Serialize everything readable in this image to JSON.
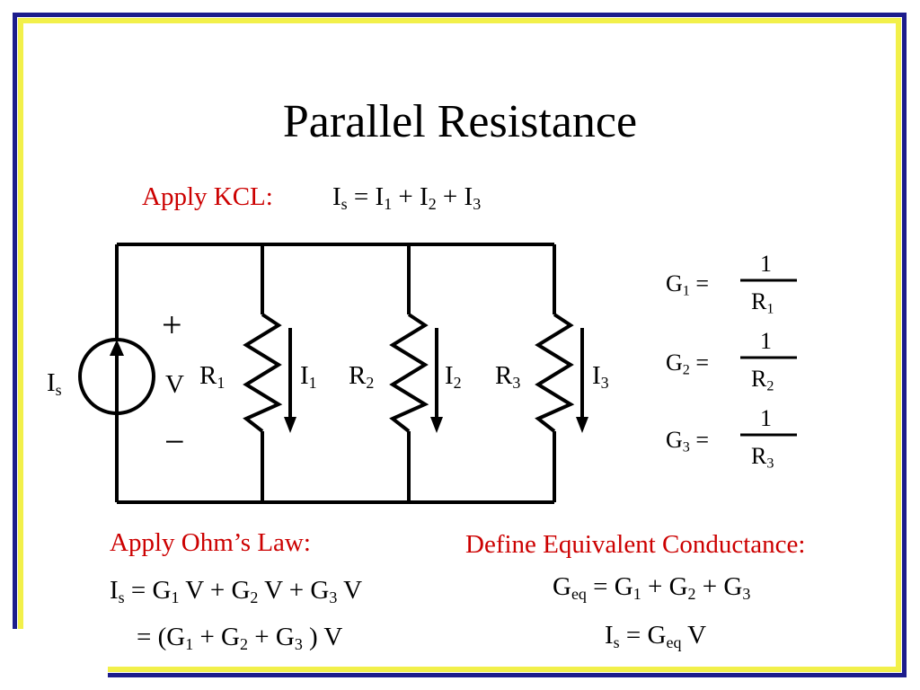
{
  "slide": {
    "title": "Parallel Resistance",
    "kcl_label": "Apply KCL:",
    "ohm_label": "Apply Ohm’s Law:",
    "conductance_label": "Define Equivalent Conductance:"
  },
  "kcl_eq": {
    "is": "I",
    "is_sub": "s",
    "eq": " = I",
    "i1_sub": "1",
    "plus1": " + I",
    "i2_sub": "2",
    "plus2": " + I",
    "i3_sub": "3"
  },
  "circuit": {
    "source_label": "I",
    "source_sub": "s",
    "plus": "+",
    "v": "V",
    "minus": "−",
    "r_letter": "R",
    "i_letter": "I",
    "r1_sub": "1",
    "r2_sub": "2",
    "r3_sub": "3",
    "i1_sub": "1",
    "i2_sub": "2",
    "i3_sub": "3"
  },
  "conductances": [
    {
      "g": "G",
      "sub": "1",
      "eq": " =",
      "num": "1",
      "den": "R",
      "den_sub": "1"
    },
    {
      "g": "G",
      "sub": "2",
      "eq": " =",
      "num": "1",
      "den": "R",
      "den_sub": "2"
    },
    {
      "g": "G",
      "sub": "3",
      "eq": " =",
      "num": "1",
      "den": "R",
      "den_sub": "3"
    }
  ],
  "ohm_eq1": {
    "a": "I",
    "a_sub": "s",
    "b": " = G",
    "b_sub": "1",
    "c": " V + G",
    "c_sub": "2",
    "d": " V + G",
    "d_sub": "3",
    "e": " V"
  },
  "ohm_eq2": {
    "a": "= (G",
    "a_sub": "1",
    "b": " + G",
    "b_sub": "2",
    "c": " + G",
    "c_sub": "3",
    "d": " ) V"
  },
  "geq_eq": {
    "a": "G",
    "a_sub": "eq",
    "b": " = G",
    "b_sub": "1",
    "c": " + G",
    "c_sub": "2",
    "d": " + G",
    "d_sub": "3"
  },
  "is_eq": {
    "a": "I",
    "a_sub": "s",
    "b": " = G",
    "b_sub": "eq",
    "c": " V"
  },
  "colors": {
    "frame_outer": "#1d1d8c",
    "frame_inner": "#f2f04a",
    "heading": "#cc0000"
  }
}
